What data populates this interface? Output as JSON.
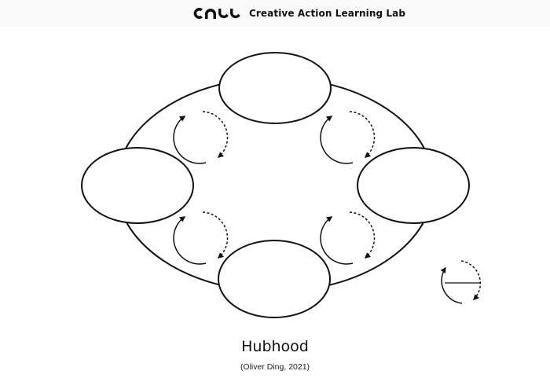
{
  "header": {
    "logo_icon": "call-logo-icon",
    "lab_name": "Creative Action Learning Lab"
  },
  "diagram": {
    "outer_ring": "ellipse",
    "nodes": [
      "top",
      "left",
      "right",
      "bottom"
    ],
    "cycle_icons": [
      "cycle-arrow-icon",
      "cycle-arrow-icon",
      "cycle-arrow-icon",
      "cycle-arrow-icon"
    ],
    "legend_icon": "cycle-with-blank-line-icon",
    "stroke_color": "#111111"
  },
  "caption": {
    "title": "Hubhood",
    "credit": "(Oliver Ding, 2021)"
  }
}
